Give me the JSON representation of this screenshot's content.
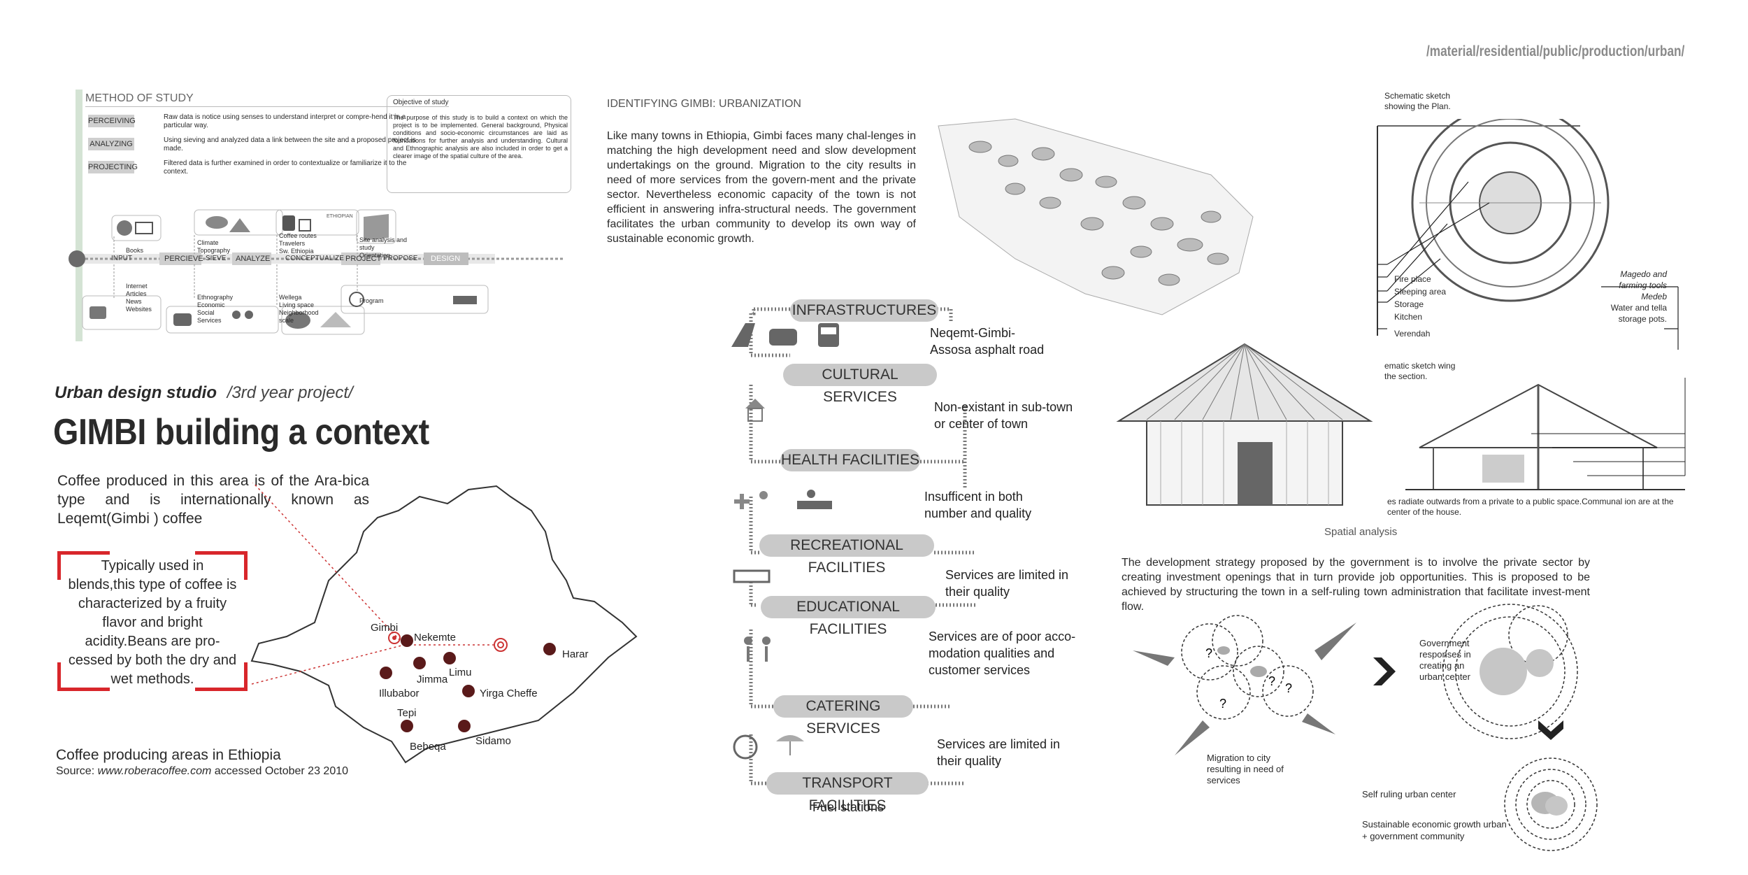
{
  "path": "/material/residential/public/production/urban/",
  "method": {
    "title": "METHOD OF STUDY",
    "steps": [
      {
        "label": "PERCEIVING",
        "text": "Raw data is notice using senses to understand interpret or compre-hend it in a particular way."
      },
      {
        "label": "ANALYZING",
        "text": "Using sieving and analyzed data a link between the site and a proposed project is made."
      },
      {
        "label": "PROJECTING",
        "text": "Filtered data is further examined in order to contextualize or familiarize it to the context."
      }
    ],
    "objective_title": "Objective of study",
    "objective_text": "The purpose of this study is to build a context on which the project is to be implemented. General background, Physical conditions and socio-economic circumstances are laid as foundations for further analysis and understanding. Cultural and Ethnographic analysis are also included in order to get a clearer image of the spatial culture of the area."
  },
  "flow": {
    "labels": [
      "INPUT",
      "PERCIEVE",
      "SIEVE",
      "ANALYZE",
      "CONCEPTUALIZE",
      "PROJECT",
      "PROPOSE",
      "DESIGN"
    ],
    "input_up": "Books",
    "input_down": [
      "Internet",
      "Articles",
      "News",
      "Websites"
    ],
    "sieve_up": [
      "Climate",
      "Topography"
    ],
    "sieve_down": [
      "Ethnography",
      "Economic",
      "Social",
      "Services"
    ],
    "concept_up": [
      "Coffee routes",
      "Travelers",
      "Sw. Ethiopia"
    ],
    "concept_down": [
      "Wellega",
      "Living space",
      "Neighborhood",
      "scale"
    ],
    "propose_up": [
      "Site analysis and",
      "study",
      "Orientation"
    ],
    "propose_down": "Program",
    "ethiopian_logo": "ETHIOPIAN"
  },
  "studio": {
    "subtitle_bold": "Urban design studio",
    "subtitle_light": "/3rd year project/",
    "title": "GIMBI building a context"
  },
  "coffee": {
    "intro": "Coffee produced in this area is of the Ara-bica type and is internationally known as Leqemt(Gimbi ) coffee",
    "quote": "Typically used in blends,this type of coffee is characterized by a fruity flavor and bright acidity.Beans are pro-cessed by both the dry and wet methods.",
    "map_caption": "Coffee producing areas in Ethiopia",
    "source_prefix": "Source: ",
    "source_url": "www.roberacoffee.com",
    "source_suffix": " accessed October 23 2010",
    "places": [
      "Gimbi",
      "Nekemte",
      "Harar",
      "Limu",
      "Jimma",
      "Illubabor",
      "Yirga Cheffe",
      "Tepi",
      "Sidamo",
      "Bebeqa"
    ]
  },
  "urbanization": {
    "heading": "IDENTIFYING GIMBI: URBANIZATION",
    "text": "Like many towns in Ethiopia, Gimbi faces many chal-lenges in matching the high development need and slow development undertakings on the ground. Migration to the city results in need of more services from the govern-ment and the private sector. Nevertheless economic capacity of the town is not efficient in answering infra-structural needs. The government facilitates the urban community to develop its own way of sustainable economic growth."
  },
  "services": [
    {
      "label": "INFRASTRUCTURES",
      "note": "Neqemt-Gimbi-Assosa asphalt road"
    },
    {
      "label": "CULTURAL SERVICES",
      "note": "Non-existant in sub-town or center of town"
    },
    {
      "label": "HEALTH FACILITIES",
      "note": "Insufficent in both number and quality"
    },
    {
      "label": "RECREATIONAL FACILITIES",
      "note": "Services are limited in their quality"
    },
    {
      "label": "EDUCATIONAL FACILITIES",
      "note": "Services are of poor acco-modation qualities and customer services"
    },
    {
      "label": "CATERING SERVICES",
      "note": "Services are limited in their quality"
    },
    {
      "label": "TRANSPORT FACILITIES",
      "note": "Fuel stations"
    }
  ],
  "spatial": {
    "plan_caption": "Schematic sketch showing the Plan.",
    "plan_labels": [
      "Fire place",
      "Sleeping area",
      "Storage",
      "Kitchen",
      "Verendah"
    ],
    "plan_right_1": "Magedo and farming tools",
    "plan_right_2": "Medeb",
    "plan_right_3": "Water and tella storage pots.",
    "section_caption": "ematic sketch wing the section.",
    "section_note": "es radiate outwards from a private to a public space.Communal ion are at the center of the house.",
    "title": "Spatial analysis"
  },
  "strategy": {
    "text": "The development strategy proposed by the government is to involve the private sector by creating investment openings that in turn provide job opportunities. This is proposed to be achieved by structuring the town in a self-ruling town administration that facilitate invest-ment flow.",
    "migration": "Migration to city resulting in need of services",
    "gov_response": "Government responses in creating an urban center",
    "self_ruling": "Self ruling urban center",
    "sustainable": "Sustainable economic growth urban + government community",
    "question": "?"
  }
}
